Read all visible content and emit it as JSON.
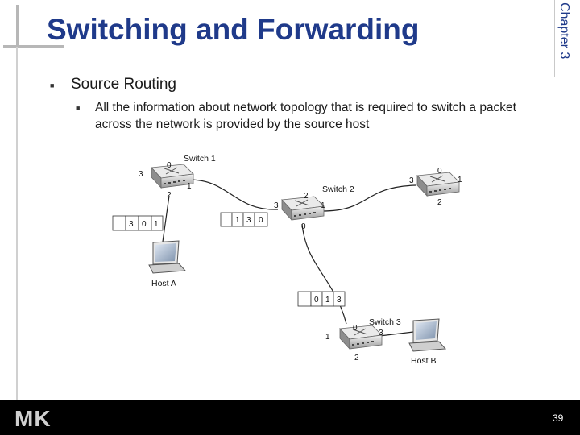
{
  "slide": {
    "title": "Switching and Forwarding",
    "chapter": "Chapter 3",
    "bullet_l1": "Source Routing",
    "bullet_l2": "All the information about network topology that is required to switch a packet across the network is provided by the source host",
    "page_number": "39"
  },
  "diagram": {
    "switches": [
      {
        "label": "Switch 1",
        "ports": [
          "0",
          "1",
          "2",
          "3"
        ]
      },
      {
        "label": "Switch 2",
        "ports": [
          "0",
          "1",
          "2",
          "3"
        ]
      },
      {
        "label": "Switch 3",
        "ports": [
          "0",
          "1",
          "2",
          "3"
        ]
      },
      {
        "label": "",
        "ports": [
          "0",
          "1",
          "2",
          "3"
        ]
      }
    ],
    "hosts": [
      "Host A",
      "Host B"
    ],
    "headers": [
      [
        "3",
        "0",
        "1"
      ],
      [
        "1",
        "3",
        "0"
      ],
      [
        "0",
        "1",
        "3"
      ]
    ]
  },
  "footer": {
    "logo_text": "MK"
  }
}
